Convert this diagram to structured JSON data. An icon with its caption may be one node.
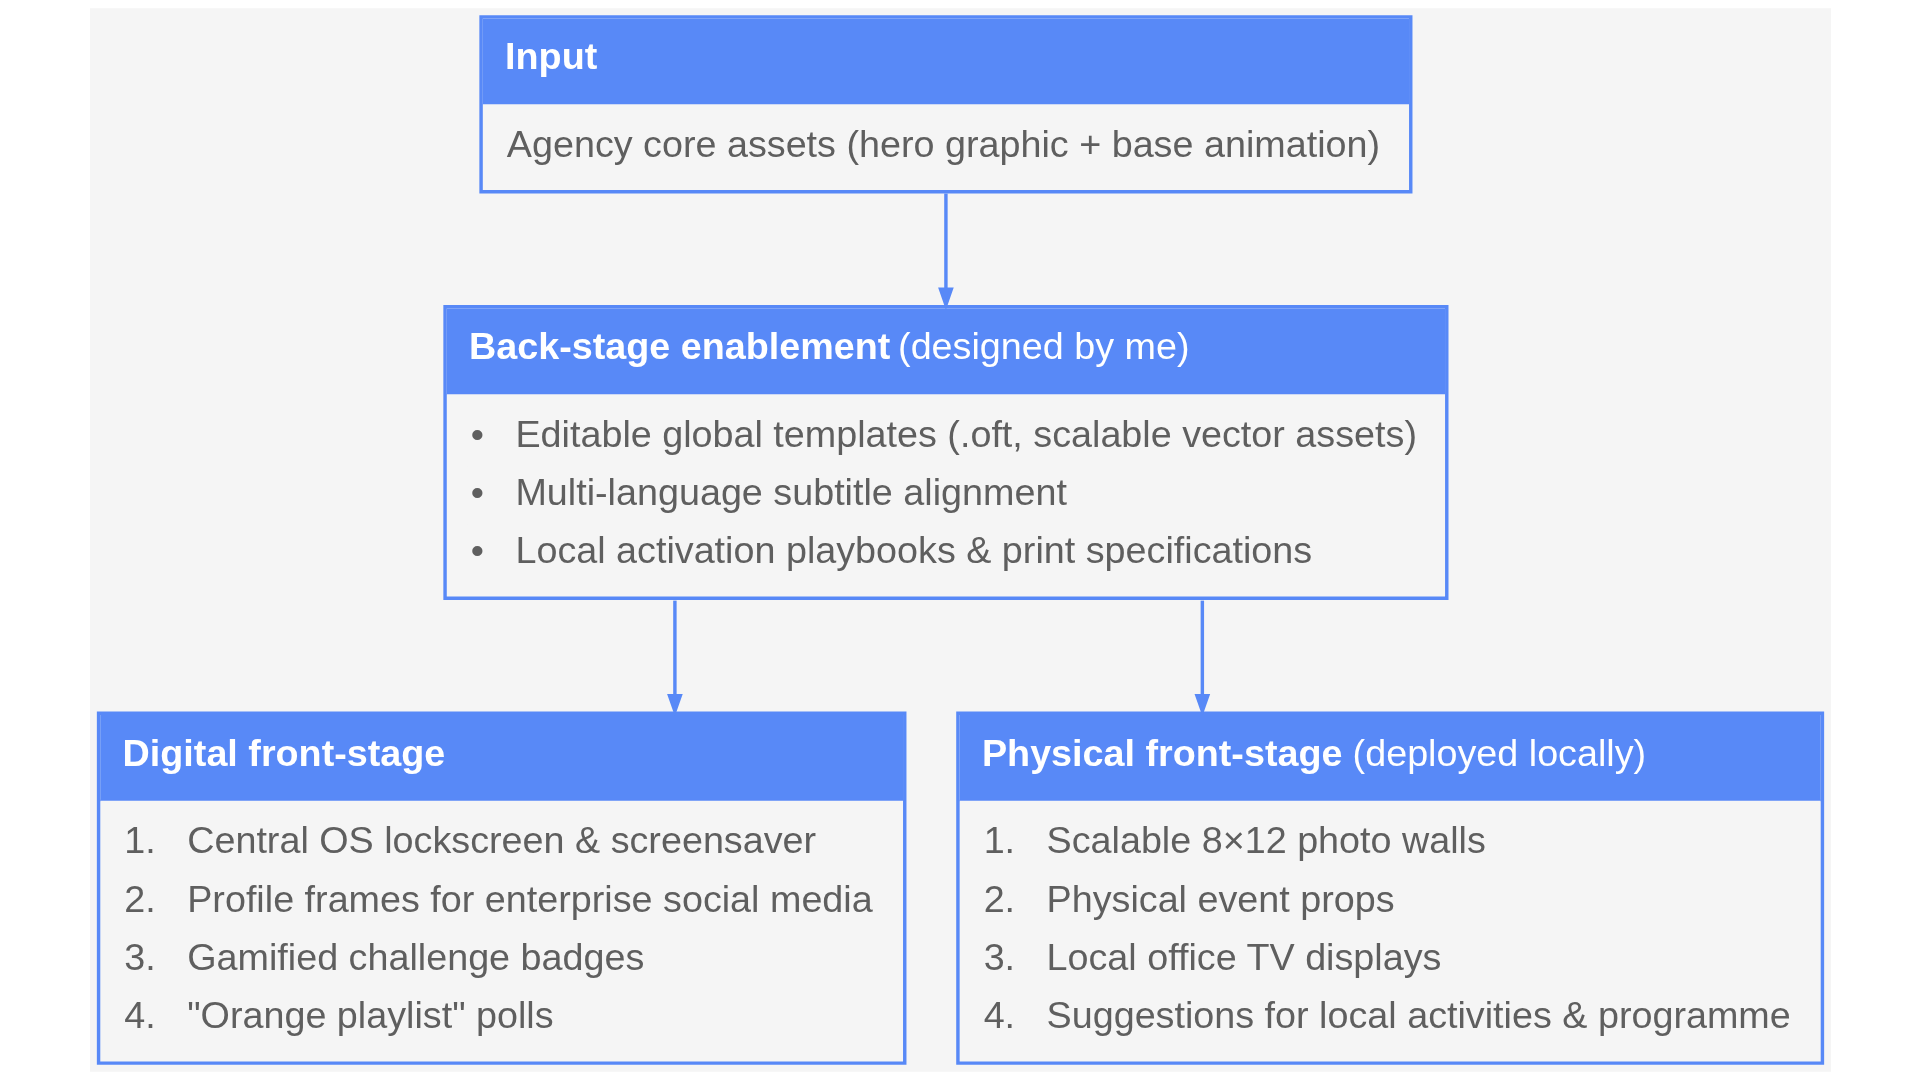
{
  "diagram": {
    "nodes": [
      {
        "text": [
          "Input",
          "Agency core assets (hero graphic + base animation)"
        ]
      },
      {
        "text": [
          "**Back-stage enablement** (designed by me)",
          "•   Editable global templates (.oft, scalable vector assets)",
          "•   Multi-language subtitle alignment",
          "•   Local activation playbooks & print specifications"
        ]
      },
      {
        "text": [
          "Digital front-stage",
          "1.   Central OS lockscreen & screensaver",
          "2.   Profile frames for enterprise social media",
          "3.   Gamified challenge badges",
          "4.   \"Orange playlist\" polls"
        ]
      },
      {
        "text": [
          "**Physical front-stage** (deployed locally)",
          "1.   Scalable 8×12 photo walls",
          "2.   Physical event props",
          "3.   Local office TV displays",
          "4.   Suggestions for local activities & programme"
        ]
      }
    ],
    "edges": [
      {
        "from": 0,
        "to": 1,
        "arrow": "to"
      },
      {
        "from": 1,
        "to": 2,
        "arrow": "to"
      },
      {
        "from": 1,
        "to": 3,
        "arrow": "to"
      }
    ]
  }
}
